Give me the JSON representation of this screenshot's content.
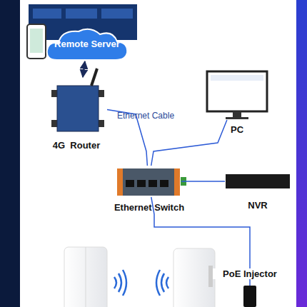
{
  "diagram": {
    "nodes": [
      {
        "text": [
          "Remote Server"
        ]
      },
      {
        "text": [
          "4G  Router"
        ]
      },
      {
        "text": [
          "PC"
        ]
      },
      {
        "text": [
          "Ethernet Switch"
        ]
      },
      {
        "text": [
          "NVR"
        ]
      },
      {
        "text": [
          "PoE Injector"
        ]
      }
    ],
    "edges": [
      {
        "from": 0,
        "to": 1,
        "arrow": "both"
      },
      {
        "from": 1,
        "to": 3,
        "arrow": "none"
      },
      {
        "from": 2,
        "to": 3,
        "arrow": "none"
      },
      {
        "from": 3,
        "to": 4,
        "arrow": "none"
      },
      {
        "from": 3,
        "to": 5,
        "arrow": "none"
      }
    ],
    "labels": [
      "Ethernet Cable"
    ]
  }
}
